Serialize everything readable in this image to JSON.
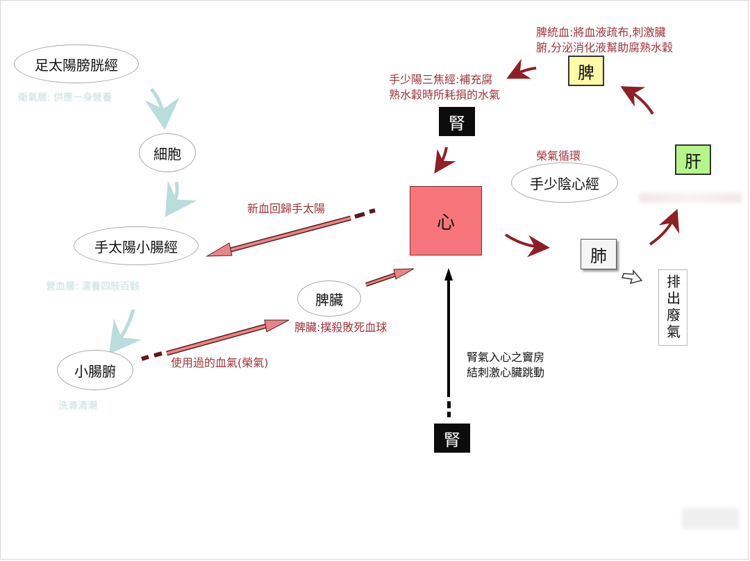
{
  "nodes": {
    "bladder_meridian": "足太陽膀胱經",
    "cell": "細胞",
    "small_intestine_meridian": "手太陽小腸經",
    "small_intestine_fu": "小腸腑",
    "spleen_organ_oval": "脾臟",
    "heart_meridian": "手少陰心經",
    "heart": "心",
    "kidney_top": "腎",
    "kidney_bottom": "腎",
    "spleen": "脾",
    "liver": "肝",
    "lung": "肺",
    "exhale_waste": "排出廢氣"
  },
  "labels": {
    "faint_1": "衛氣層: 供應一身營養",
    "faint_2": "營血層: 濡養四肢百骸",
    "faint_3": "洗滌清潮",
    "new_blood": "新血回歸手太陽",
    "used_blood": "使用過的血氣(榮氣)",
    "spleen_kill": "脾臟:撲殺敗死血球",
    "nutritive_cycle": "榮氣循環",
    "triple_burner_line1": "手少陽三焦經:補充腐",
    "triple_burner_line2": "熟水穀時所耗損的水氣",
    "spleen_blood_line1": "脾統血:將血液疏布,刺激臟",
    "spleen_blood_line2": "腑,分泌消化液幫助腐熟水穀",
    "kidney_qi_line1": "腎氣入心之竇房",
    "kidney_qi_line2": "結刺激心臟跳動"
  },
  "colors": {
    "arrow_dark_red": "#8e1f24",
    "arrow_pink": "#e88486",
    "arrow_teal": "#b9dcdc",
    "heart_fill": "#f6757b",
    "spleen_fill": "#fffaa6",
    "liver_fill": "#b6f58b",
    "kidney_fill": "#0c0c0c",
    "red_text": "#a1343a"
  }
}
